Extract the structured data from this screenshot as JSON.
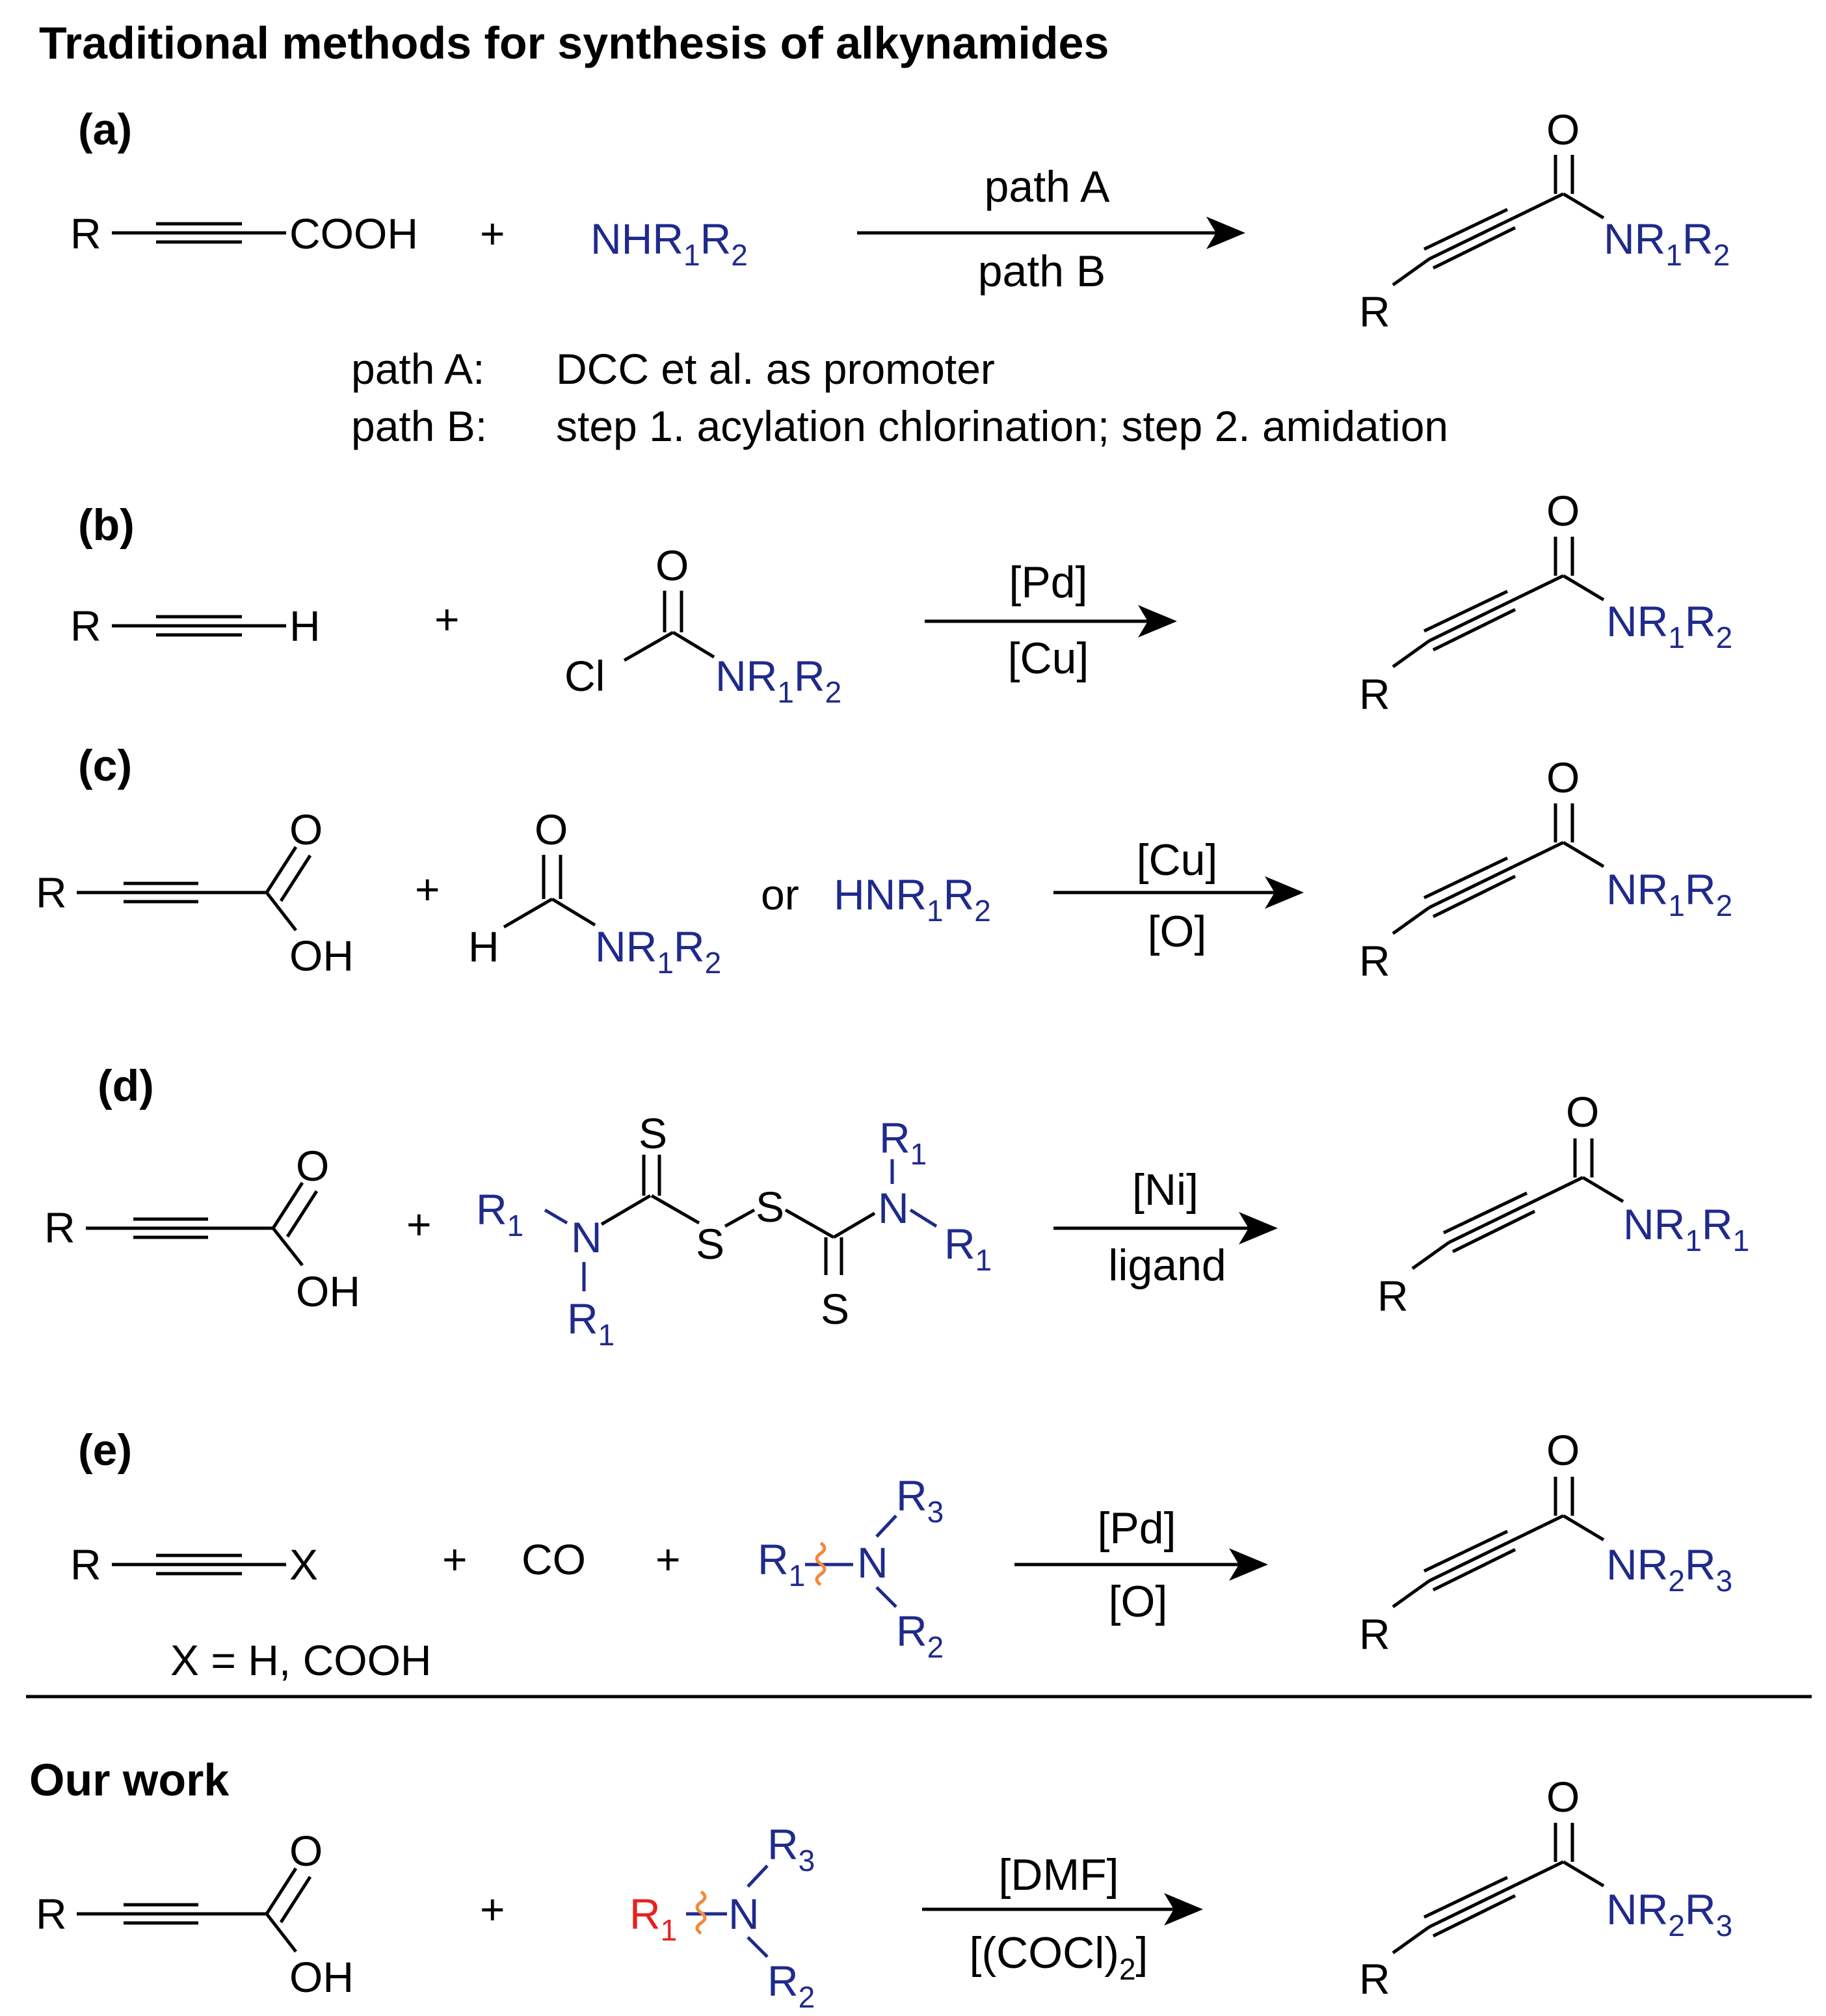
{
  "title": "Traditional methods for synthesis of alkynamides",
  "our_work": "Our work",
  "sections": {
    "a": {
      "label": "(a)",
      "arrow_top": "path A",
      "arrow_bottom": "path B",
      "note_a_key": "path A:",
      "note_a_text": "DCC et al. as promoter",
      "note_b_key": "path B:",
      "note_b_text": "step 1. acylation chlorination; step 2. amidation"
    },
    "b": {
      "label": "(b)",
      "arrow_top": "[Pd]",
      "arrow_bottom": "[Cu]"
    },
    "c": {
      "label": "(c)",
      "or": "or",
      "arrow_top": "[Cu]",
      "arrow_bottom": "[O]"
    },
    "d": {
      "label": "(d)",
      "arrow_top": "[Ni]",
      "arrow_bottom": "ligand"
    },
    "e": {
      "label": "(e)",
      "arrow_top": "[Pd]",
      "arrow_bottom": "[O]",
      "co": "CO",
      "x_note": "X = H, COOH"
    },
    "ours": {
      "arrow_top": "[DMF]",
      "arrow_bottom": "[(COCl)2]"
    }
  },
  "colors": {
    "amine": "#1f2a8c",
    "cleaved_group": "#e8201c",
    "cleavage_mark": "#f28a3c",
    "ink": "#000000"
  }
}
